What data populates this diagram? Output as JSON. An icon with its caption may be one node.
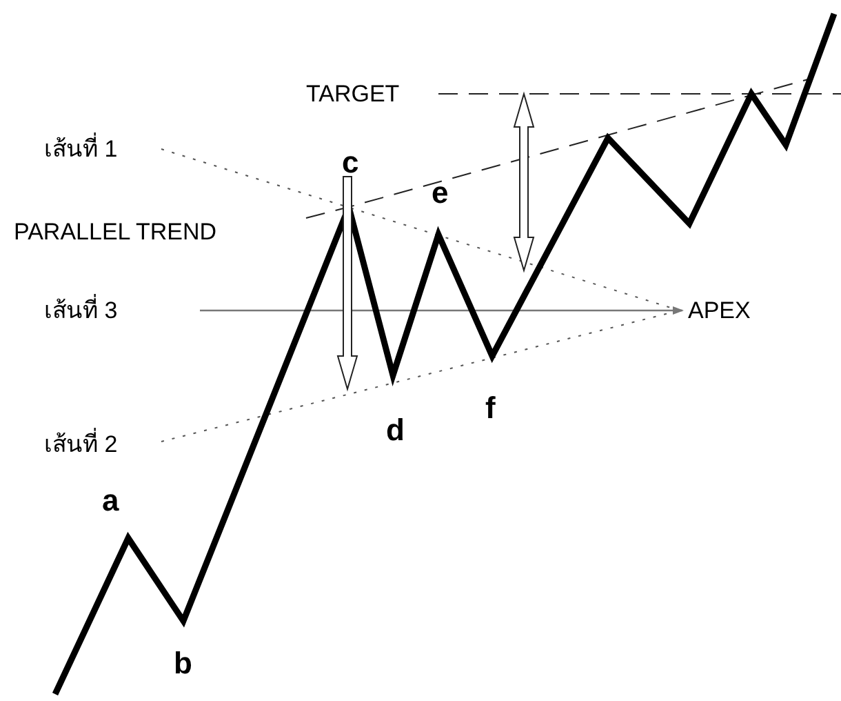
{
  "diagram": {
    "labels": [
      "TARGET",
      "เส้นที่ 1",
      "c",
      "PARALLEL TREND",
      "e",
      "เส้นที่ 3",
      "APEX",
      "d",
      "f",
      "เส้นที่ 2",
      "a",
      "b"
    ]
  }
}
